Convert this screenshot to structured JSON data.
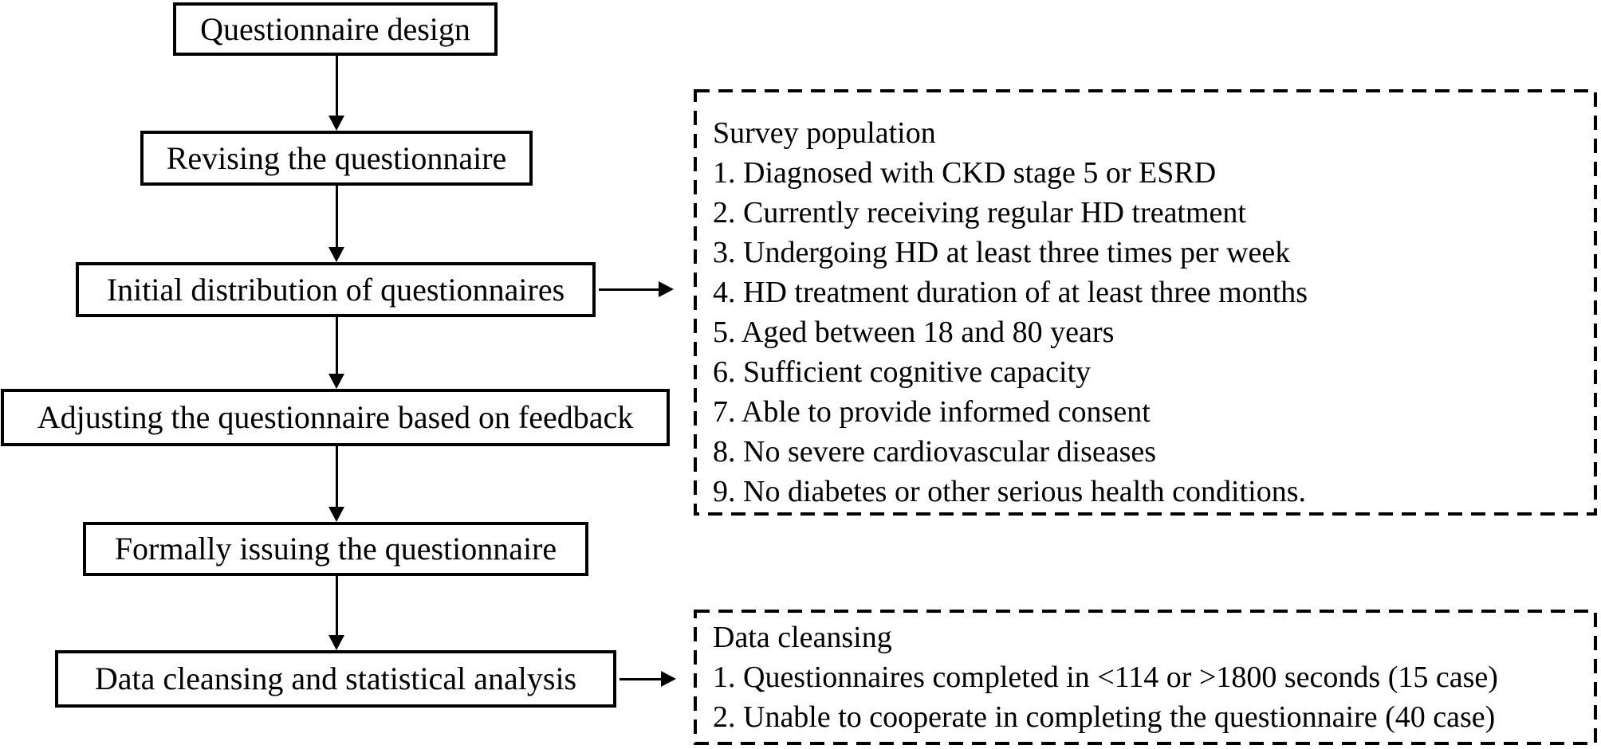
{
  "figure": {
    "title_hint": "Questionnaire survey flowchart"
  },
  "flow": {
    "steps": [
      "Questionnaire design",
      "Revising the questionnaire",
      "Initial distribution of questionnaires",
      "Adjusting the questionnaire based on feedback",
      "Formally issuing the questionnaire",
      "Data cleansing and statistical analysis"
    ]
  },
  "survey": {
    "title": "Survey population",
    "items": [
      "1. Diagnosed with CKD stage 5 or ESRD",
      "2. Currently receiving regular HD treatment",
      "3. Undergoing HD at least three times per week",
      "4. HD treatment duration of at least three months",
      "5. Aged between 18 and 80 years",
      "6. Sufficient cognitive capacity",
      "7. Able to provide informed consent",
      "8. No severe cardiovascular diseases",
      "9. No diabetes or other serious health conditions."
    ]
  },
  "cleansing": {
    "title": "Data cleansing",
    "items": [
      "1. Questionnaires completed in <114 or >1800 seconds (15 case)",
      "2. Unable to cooperate in completing the questionnaire (40 case)"
    ]
  },
  "colors": {
    "ink": "#000000",
    "background": "#ffffff"
  }
}
